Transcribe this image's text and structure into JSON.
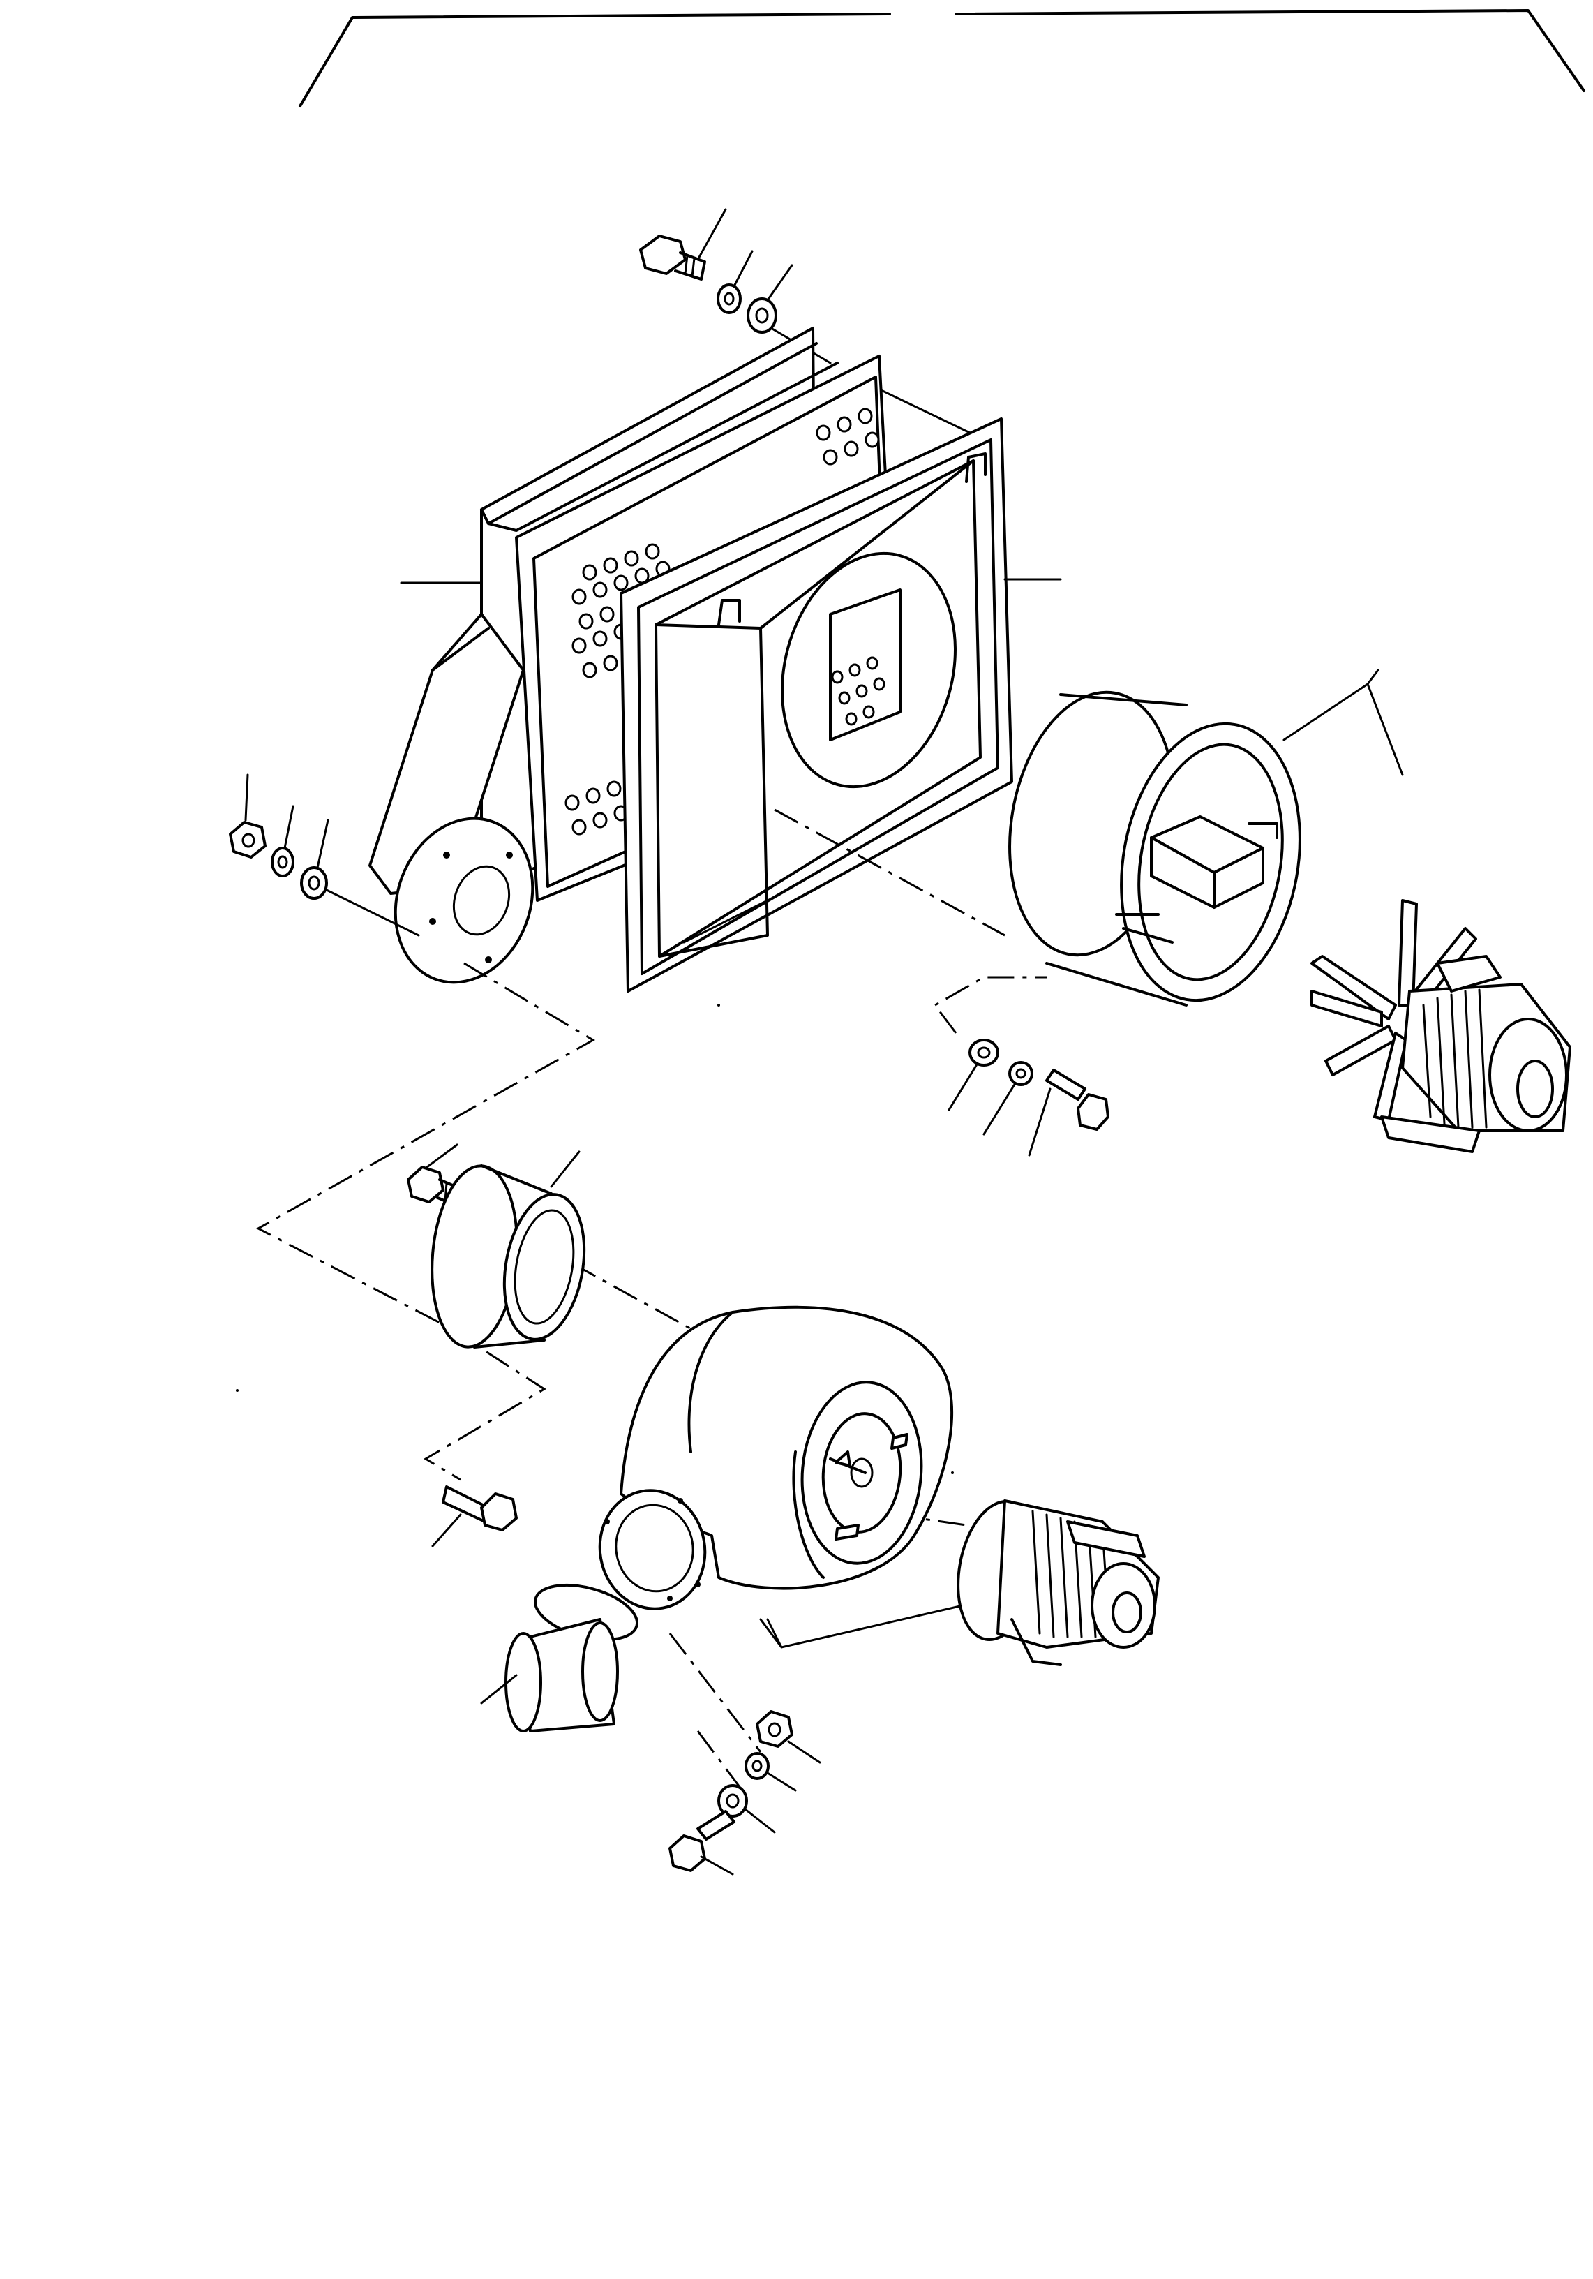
{
  "drawing": {
    "type": "exploded-parts-diagram",
    "parts": [
      {
        "name": "hex-bolt",
        "group": "top"
      },
      {
        "name": "spring-washer",
        "group": "top"
      },
      {
        "name": "flat-washer",
        "group": "top"
      },
      {
        "name": "filter-housing",
        "group": "upper"
      },
      {
        "name": "inlet-duct-with-flange",
        "group": "upper"
      },
      {
        "name": "transition-frame",
        "group": "upper"
      },
      {
        "name": "fan-casing-ring",
        "group": "upper"
      },
      {
        "name": "axial-fan-motor",
        "group": "upper"
      },
      {
        "name": "nut",
        "group": "left"
      },
      {
        "name": "spring-washer",
        "group": "left"
      },
      {
        "name": "flat-washer",
        "group": "left"
      },
      {
        "name": "flat-washer",
        "group": "fan"
      },
      {
        "name": "spring-washer",
        "group": "fan"
      },
      {
        "name": "hex-bolt",
        "group": "fan"
      },
      {
        "name": "hex-bolt",
        "group": "lower"
      },
      {
        "name": "flanged-adapter",
        "group": "lower"
      },
      {
        "name": "hex-bolt",
        "group": "lower"
      },
      {
        "name": "centrifugal-blower-housing",
        "group": "lower"
      },
      {
        "name": "blower-motor",
        "group": "lower"
      },
      {
        "name": "flanged-outlet-pipe",
        "group": "lower"
      },
      {
        "name": "nut",
        "group": "bottom"
      },
      {
        "name": "spring-washer",
        "group": "bottom"
      },
      {
        "name": "flat-washer",
        "group": "bottom"
      },
      {
        "name": "hex-bolt",
        "group": "bottom"
      }
    ],
    "line_color": "#000000",
    "background": "#ffffff"
  }
}
